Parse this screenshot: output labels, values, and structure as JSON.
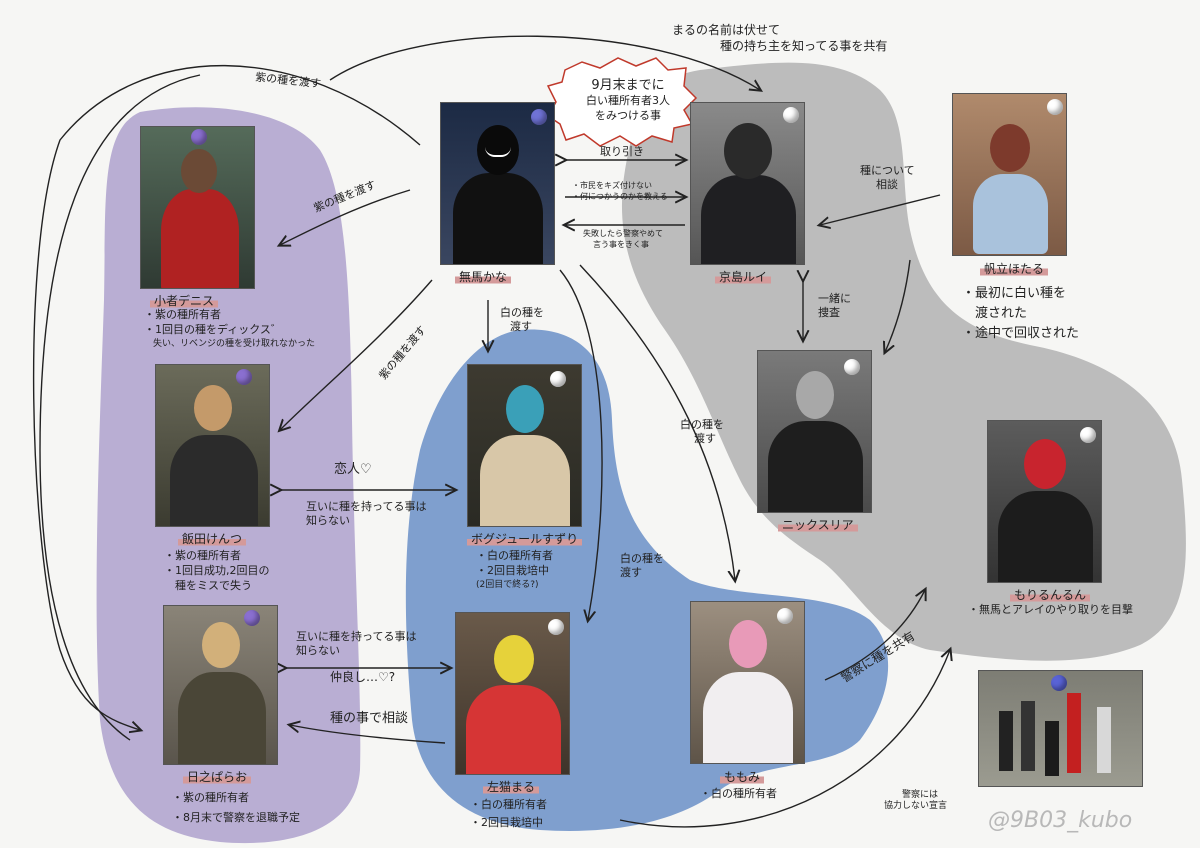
{
  "colors": {
    "purple_area": "#b9aed3",
    "blue_area": "#7f9fce",
    "gray_area": "#bcbcbc",
    "name_underline": "#d49a9a",
    "burst_stroke": "#c0392b"
  },
  "characters": {
    "center": {
      "name": "無馬かな",
      "orb": "#6f73d6"
    },
    "tr": {
      "name": "京島ルイ",
      "orb": "#ffffff"
    },
    "far": {
      "name": "帆立ほたる",
      "orb": "#ffffff",
      "notes": [
        "・最初に白い種を",
        "　渡された",
        "・途中で回収された"
      ]
    },
    "komono": {
      "name": "小者デニス",
      "orb": "#8a6fd0",
      "notes": [
        "・紫の種所有者",
        "・1回目の種をディックス゛",
        "　失い、リベンジの種を受け取れなかった"
      ]
    },
    "iida": {
      "name": "飯田けんつ",
      "orb": "#8a6fd0",
      "notes": [
        "・紫の種所有者",
        "・1回目成功,2回目の",
        "　種をミスで失う"
      ]
    },
    "nichie": {
      "name": "日之ぱらお",
      "orb": "#8a6fd0",
      "notes": [
        "・紫の種所有者",
        "・8月末で警察を退職予定"
      ]
    },
    "bougou": {
      "name": "ボグジュールすずり",
      "orb": "#ffffff",
      "notes": [
        "・白の種所有者",
        "・2回目栽培中",
        "(2回目で終る?)"
      ]
    },
    "samaru": {
      "name": "左猫まる",
      "orb": "#ffffff",
      "notes": [
        "・白の種所有者",
        "・2回目栽培中"
      ]
    },
    "nick": {
      "name": "ニックスリア",
      "orb": "#ffffff"
    },
    "momi": {
      "name": "ももみ",
      "orb": "#ffffff",
      "notes": [
        "・白の種所有者"
      ]
    },
    "moriru": {
      "name": "もりるんるん",
      "orb": "#ffffff",
      "notes": [
        "・無馬とアレイのやり取りを目撃"
      ]
    }
  },
  "labels": {
    "top_note": [
      "まるの名前は伏せて",
      "種の持ち主を知ってる事を共有"
    ],
    "burst": [
      "9月末までに",
      "白い種所有者3人",
      "をみつける事"
    ],
    "give_purple_top": "紫の種を渡す",
    "give_purple_komono": "紫の種を渡す",
    "give_purple_iida": "紫の種を渡す",
    "give_white_bougou": [
      "白の種を",
      "渡す"
    ],
    "give_white_samaru": [
      "白の種を",
      "渡す"
    ],
    "give_white_momi": [
      "白の種を",
      "渡す"
    ],
    "torihiki": "取り引き",
    "shimin": [
      "・市民をキズ付けない",
      "・何につかうのかを教える"
    ],
    "shippai": [
      "失敗したら警察やめて",
      "言う事をきく事"
    ],
    "soudan_seed": [
      "種について",
      "相談"
    ],
    "issho": [
      "一緒に",
      "捜査"
    ],
    "koibito": "恋人♡",
    "tagai1": [
      "互いに種を持ってる事は",
      "知らない"
    ],
    "tagai2": [
      "互いに種を持ってる事は",
      "知らない"
    ],
    "nakayoshi": "仲良し…♡?",
    "soudan_koto": "種の事で相談",
    "keisatsu_kyouyu": "警察に種を共有",
    "keisatsu_kyouryoku": [
      "警察には",
      "協力しない宣言"
    ]
  },
  "signature": "@9B03_kubo"
}
